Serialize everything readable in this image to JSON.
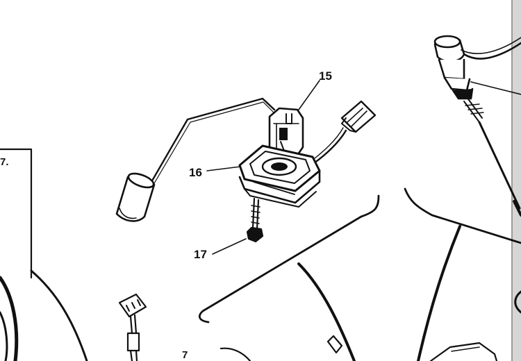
{
  "diagram": {
    "callouts": {
      "part_15": "15",
      "part_16": "16",
      "part_17": "17",
      "edge_fragment_left": "7.",
      "edge_fragment_bottom": "7"
    },
    "colors": {
      "ink": "#111111",
      "paper": "#ffffff",
      "edge_shadow": "#cfcfcf"
    }
  }
}
